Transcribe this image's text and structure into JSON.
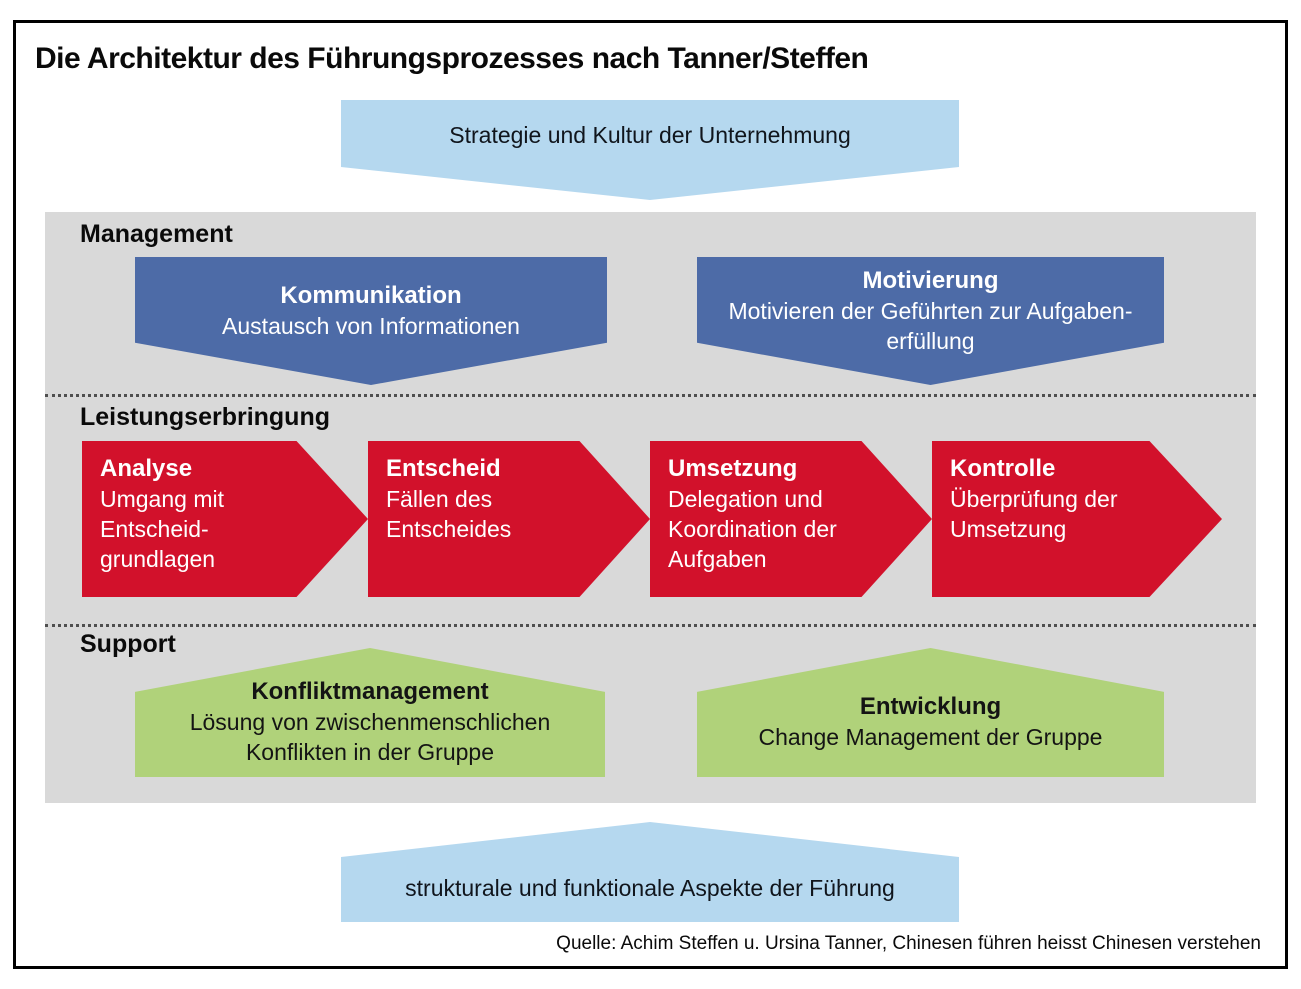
{
  "title": "Die Architektur des Führungsprozesses nach Tanner/Steffen",
  "top_banner": {
    "label": "Strategie und Kultur der Unternehmung"
  },
  "bottom_banner": {
    "label": "strukturale und funktionale Aspekte der Führung"
  },
  "source": "Quelle: Achim Steffen u. Ursina Tanner, Chinesen führen heisst Chinesen verstehen",
  "sections": {
    "management": {
      "label": "Management",
      "boxes": [
        {
          "heading": "Kommunikation",
          "line1": "Austausch von Informationen",
          "line2": ""
        },
        {
          "heading": "Motivierung",
          "line1": "Motivieren der Geführten zur Aufgaben-",
          "line2": "erfüllung"
        }
      ]
    },
    "leistungserbringung": {
      "label": "Leistungserbringung",
      "arrows": [
        {
          "heading": "Analyse",
          "line1": "Umgang mit",
          "line2": "Entscheid-",
          "line3": "grundlagen"
        },
        {
          "heading": "Entscheid",
          "line1": "Fällen des",
          "line2": "Entscheides",
          "line3": ""
        },
        {
          "heading": "Umsetzung",
          "line1": "Delegation und",
          "line2": "Koordination der",
          "line3": "Aufgaben"
        },
        {
          "heading": "Kontrolle",
          "line1": "Überprüfung der",
          "line2": "Umsetzung",
          "line3": ""
        }
      ]
    },
    "support": {
      "label": "Support",
      "boxes": [
        {
          "heading": "Konfliktmanagement",
          "line1": "Lösung von zwischenmenschlichen",
          "line2": "Konflikten in der Gruppe"
        },
        {
          "heading": "Entwicklung",
          "line1": "Change Management der Gruppe",
          "line2": ""
        }
      ]
    }
  },
  "colors": {
    "light_blue": "#b5d8ef",
    "steel_blue": "#4d6ba7",
    "red": "#d2112b",
    "green": "#b0d27a",
    "panel_gray": "#d9d9d9",
    "frame_border": "#000000"
  }
}
